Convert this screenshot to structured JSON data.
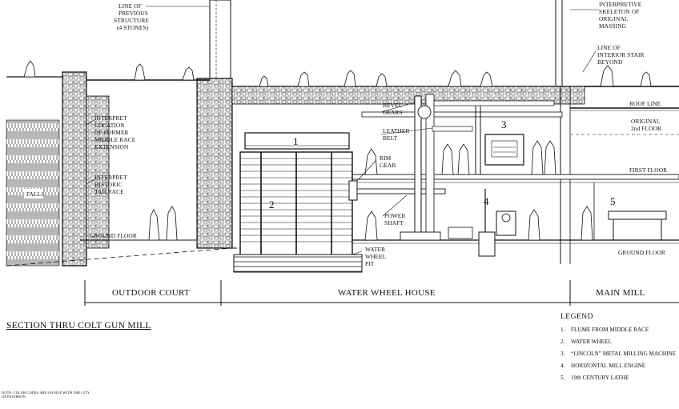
{
  "title": "SECTION THRU COLT GUN MILL",
  "note": "NOTE: COLOR CODES ARE ON FILE WITH THE CITY OF PATERSON",
  "sections": {
    "outdoor_court": "OUTDOOR COURT",
    "water_wheel_house": "WATER WHEEL HOUSE",
    "main_mill": "MAIN MILL"
  },
  "callouts": {
    "line_prev_structure": [
      "LINE OF",
      "PREVIOUS",
      "STRUCTURE",
      "(4 STONES)"
    ],
    "interpretive_skeleton": [
      "INTERPRETIVE",
      "SKELETON OF",
      "ORIGINAL",
      "MASSING"
    ],
    "line_interior_stair": [
      "LINE OF",
      "INTERIOR STAIR",
      "BEYOND"
    ],
    "middle_race": [
      "INTERPRET",
      "LOCATION",
      "OF FORMER",
      "MIDDLE RACE",
      "EXTENSION"
    ],
    "tailrace": [
      "INTERPRET",
      "HISTORIC",
      "TAILRACE"
    ],
    "falls": "FALLS",
    "ground_floor_left": "GROUND FLOOR",
    "ground_floor_right": "GROUND FLOOR",
    "bevel_gears": [
      "BEVEL",
      "GEARS"
    ],
    "leather_belt": [
      "LEATHER",
      "BELT"
    ],
    "rim_gear": [
      "RIM",
      "GEAR"
    ],
    "power_shaft": [
      "POWER",
      "SHAFT"
    ],
    "water_wheel_pit": [
      "WATER",
      "WHEEL",
      "PIT"
    ],
    "roof_line": "ROOF LINE",
    "original_2nd_floor": [
      "ORIGINAL",
      "2nd FLOOR"
    ],
    "first_floor": "FIRST FLOOR"
  },
  "markers": [
    "1",
    "2",
    "3",
    "4",
    "5"
  ],
  "legend": {
    "heading": "LEGEND",
    "items": [
      {
        "num": "1.",
        "text": "FLUME FROM MIDDLE RACE"
      },
      {
        "num": "2.",
        "text": "WATER WHEEL"
      },
      {
        "num": "3.",
        "text": "“LINCOLN” METAL MILLING MACHINE"
      },
      {
        "num": "4.",
        "text": "HORIZONTAL MILL ENGINE"
      },
      {
        "num": "5.",
        "text": "19th CENTURY LATHE"
      }
    ]
  }
}
